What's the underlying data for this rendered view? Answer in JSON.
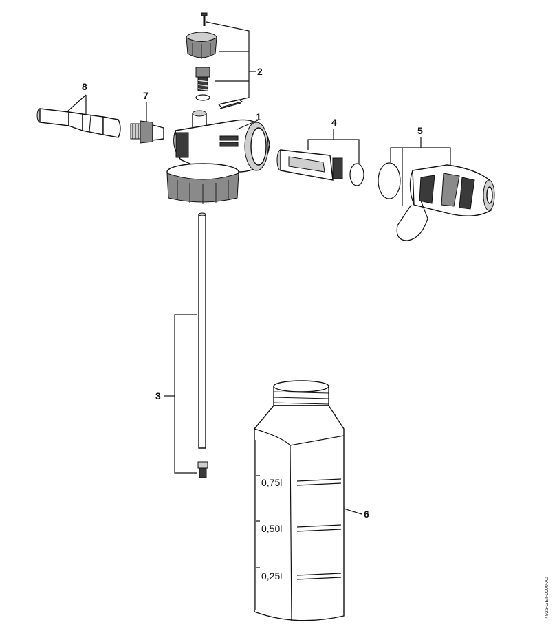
{
  "callouts": {
    "c1": "1",
    "c2": "2",
    "c3": "3",
    "c4": "4",
    "c5": "5",
    "c6": "6",
    "c7": "7",
    "c8": "8"
  },
  "bottle_scale": {
    "mark_075": "0,75l",
    "mark_050": "0,50l",
    "mark_025": "0,25l"
  },
  "drawing_code": "4925-GET-0000-A0"
}
